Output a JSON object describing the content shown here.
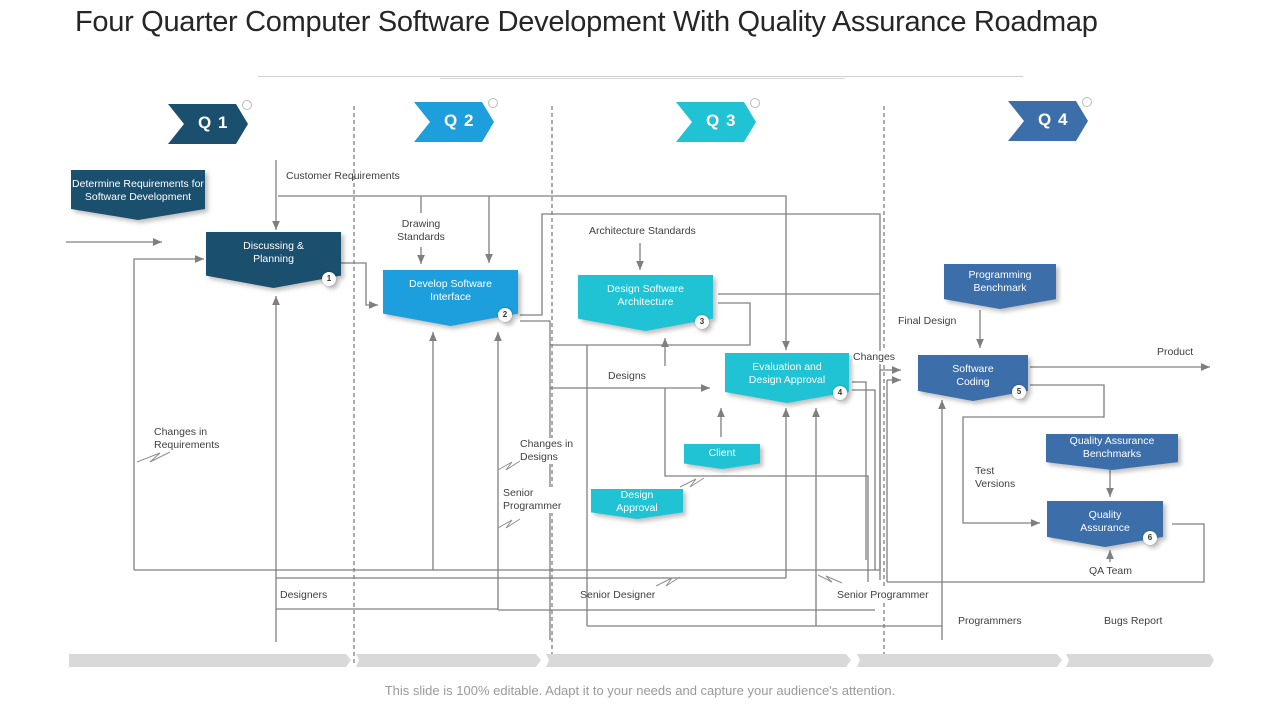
{
  "title": "Four Quarter Computer Software Development With Quality Assurance Roadmap",
  "quarters": [
    {
      "label": "Q 1",
      "color": "#1b4f6e"
    },
    {
      "label": "Q 2",
      "color": "#1e9fdd"
    },
    {
      "label": "Q 3",
      "color": "#1fc3d3"
    },
    {
      "label": "Q 4",
      "color": "#3c6eaa"
    }
  ],
  "steps": [
    {
      "label": "Determine Requirements for Software Development",
      "badge": ""
    },
    {
      "label": "Discussing & Planning",
      "badge": "1"
    },
    {
      "label": "Develop Software Interface",
      "badge": "2"
    },
    {
      "label": "Design Software Architecture",
      "badge": "3"
    },
    {
      "label": "Evaluation and Design Approval",
      "badge": "4"
    },
    {
      "label": "Software Coding",
      "badge": "5"
    },
    {
      "label": "Quality Assurance",
      "badge": "6"
    },
    {
      "label": "Programming Benchmark",
      "badge": ""
    },
    {
      "label": "Quality Assurance Benchmarks",
      "badge": ""
    },
    {
      "label": "Client",
      "badge": ""
    },
    {
      "label": "Design Approval",
      "badge": ""
    }
  ],
  "labels": {
    "customer_requirements": "Customer Requirements",
    "drawing_standards": "Drawing Standards",
    "architecture_standards": "Architecture Standards",
    "changes_in_requirements": "Changes in Requirements",
    "changes_in_designs": "Changes in Designs",
    "senior_programmer_left": "Senior Programmer",
    "designs": "Designs",
    "changes": "Changes",
    "final_design": "Final Design",
    "product": "Product",
    "test_versions": "Test Versions",
    "qa_team": "QA Team",
    "designers": "Designers",
    "senior_designer": "Senior Designer",
    "senior_programmer_bottom": "Senior Programmer",
    "programmers": "Programmers",
    "bugs_report": "Bugs Report"
  },
  "footer": "This slide is 100% editable. Adapt it to your needs and capture your audience's attention."
}
